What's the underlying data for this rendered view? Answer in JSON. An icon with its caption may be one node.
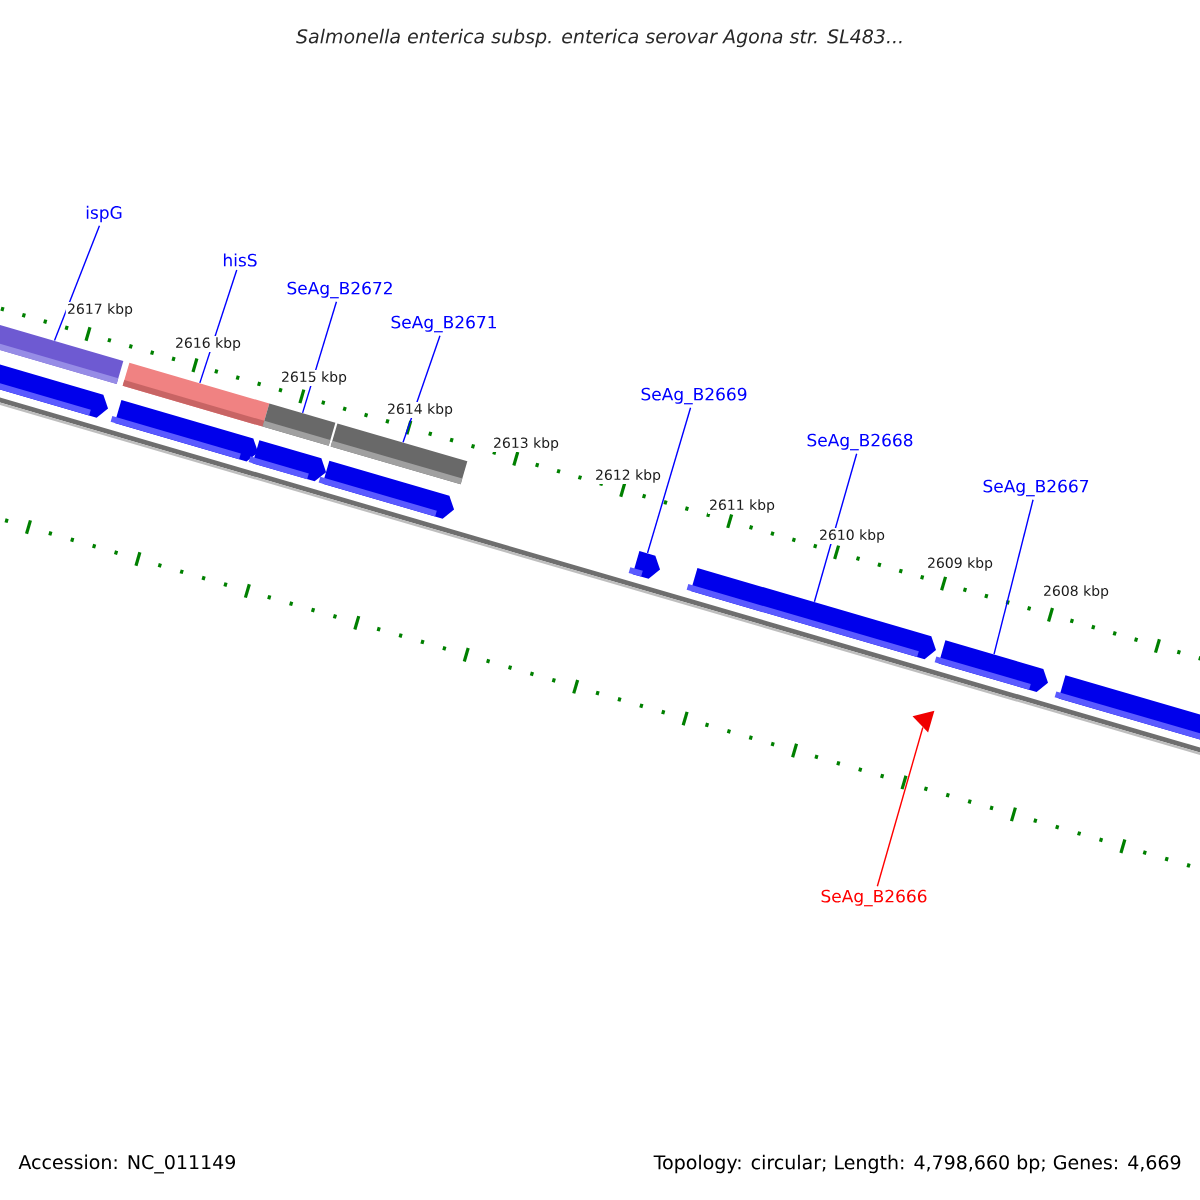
{
  "diagram": {
    "title": "*Salmonella enterica subsp. enterica serovar Agona str. SL483...*",
    "nodes": [
      {
        "text": [
          "ispG"
        ]
      },
      {
        "text": [
          "hisS"
        ]
      },
      {
        "text": [
          "SeAg_B2672"
        ]
      },
      {
        "text": [
          "SeAg_B2671"
        ]
      },
      {
        "text": [
          "SeAg_B2669"
        ]
      },
      {
        "text": [
          "SeAg_B2668"
        ]
      },
      {
        "text": [
          "SeAg_B2667"
        ]
      },
      {
        "text": [
          "SeAg_B2666"
        ]
      },
      {
        "text": [],
        "shape": "bar"
      },
      {
        "text": [],
        "shape": "bar"
      },
      {
        "text": [],
        "shape": "bar"
      },
      {
        "text": [],
        "shape": "bar"
      },
      {
        "text": [],
        "shape": "arrow"
      },
      {
        "text": [],
        "shape": "arrow"
      },
      {
        "text": [],
        "shape": "arrow"
      },
      {
        "text": [],
        "shape": "triangle"
      },
      {
        "text": [],
        "shape": "arrow"
      },
      {
        "text": [],
        "shape": "arrow"
      },
      {
        "text": [],
        "shape": "arrow"
      },
      {
        "text": [],
        "shape": "arrow"
      },
      {
        "text": [],
        "shape": "arrow"
      }
    ],
    "edges": [
      {
        "from": 0,
        "to": 8,
        "arrow": "none"
      },
      {
        "from": 1,
        "to": 9,
        "arrow": "none"
      },
      {
        "from": 2,
        "to": 10,
        "arrow": "none"
      },
      {
        "from": 3,
        "to": 11,
        "arrow": "none"
      },
      {
        "from": 4,
        "to": 12,
        "arrow": "none"
      },
      {
        "from": 5,
        "to": 13,
        "arrow": "none"
      },
      {
        "from": 6,
        "to": 14,
        "arrow": "none"
      },
      {
        "from": 7,
        "to": 15,
        "arrow": "none",
        "color": "#ff0000"
      }
    ],
    "labels": [
      "2617 kbp",
      "2616 kbp",
      "2615 kbp",
      "2614 kbp",
      "2613 kbp",
      "2612 kbp",
      "2611 kbp",
      "2610 kbp",
      "2609 kbp",
      "2608 kbp",
      "Accession: NC_011149",
      "Topology: circular; Length: 4,798,660 bp; Genes: 4,669"
    ]
  }
}
